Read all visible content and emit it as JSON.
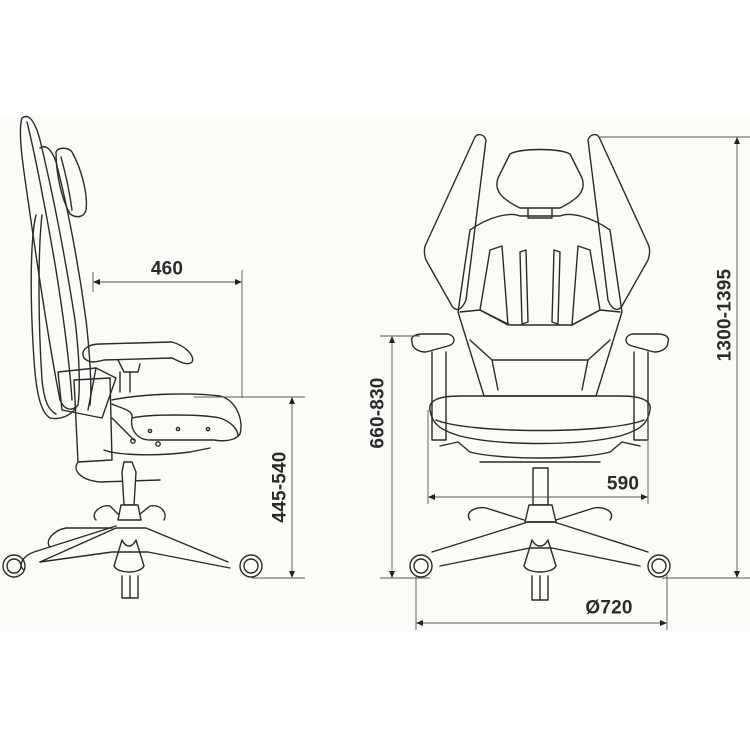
{
  "diagram": {
    "subject": "Office chair dimensional drawing",
    "views": [
      "side-view",
      "front-view"
    ],
    "colors": {
      "panel_background": "#fcfbf8",
      "page_background": "#ffffff",
      "line": "#2a2a2a",
      "dimension_line": "#555555",
      "text": "#2b2b2b"
    },
    "dimensions": {
      "seat_depth": {
        "label": "460",
        "view": "side"
      },
      "seat_height": {
        "label": "445-540",
        "view": "side"
      },
      "armrest_height": {
        "label": "660-830",
        "view": "front"
      },
      "overall_height": {
        "label": "1300-1395",
        "view": "front"
      },
      "seat_width": {
        "label": "590",
        "view": "front"
      },
      "base_diameter": {
        "label": "Ø720",
        "view": "front"
      }
    }
  }
}
